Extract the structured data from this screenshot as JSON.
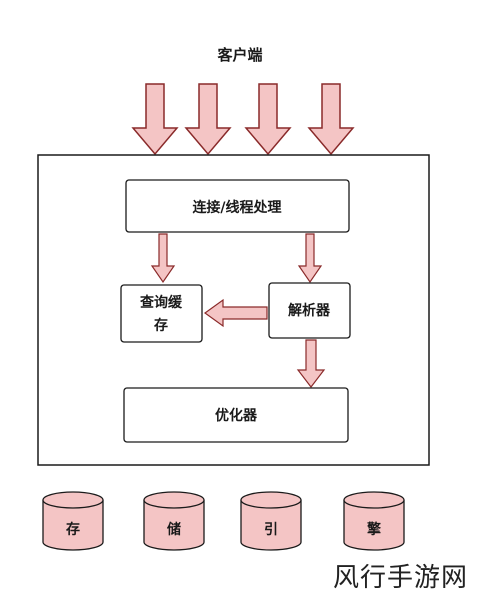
{
  "diagram": {
    "client_label": "客户端",
    "connection_label": "连接/线程处理",
    "cache_label_line1": "查询缓",
    "cache_label_line2": "存",
    "parser_label": "解析器",
    "optimizer_label": "优化器",
    "storage_labels": [
      "存",
      "储",
      "引",
      "擎"
    ]
  },
  "colors": {
    "arrow_fill": "#f4c5c5",
    "arrow_stroke": "#8a2a2a",
    "cylinder_fill": "#f4c5c5",
    "box_stroke": "#1a1a1a"
  },
  "watermark": "风行手游网"
}
